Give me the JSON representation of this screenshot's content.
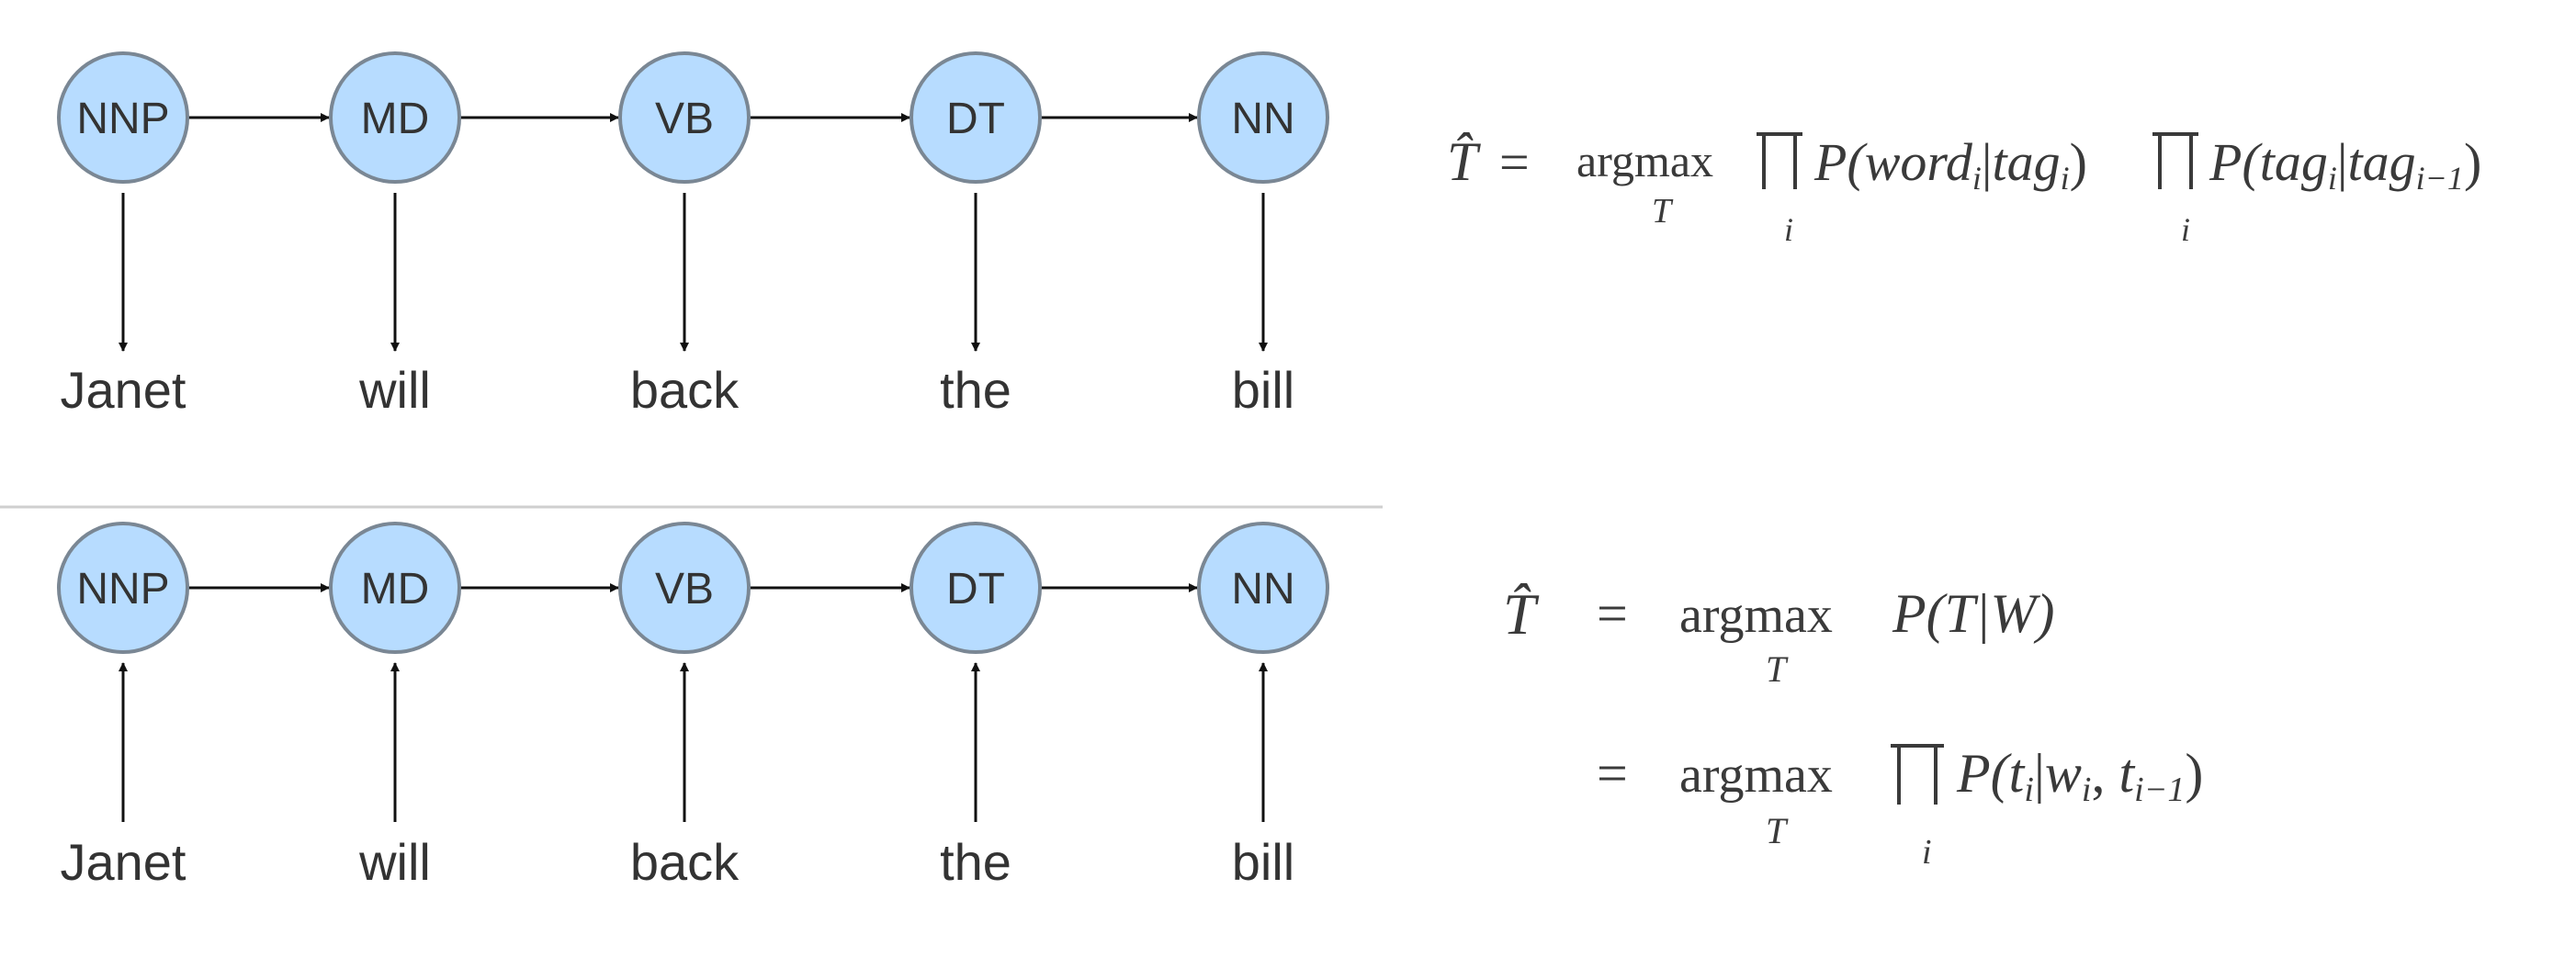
{
  "colors": {
    "node_fill": "#b7dcff",
    "node_stroke": "#7a8794",
    "edge": "#111111",
    "text": "#333333",
    "divider": "#cfcfcf",
    "equation": "#3a3a3a"
  },
  "panels": [
    {
      "id": "generative",
      "tags": [
        "NNP",
        "MD",
        "VB",
        "DT",
        "NN"
      ],
      "words": [
        "Janet",
        "will",
        "back",
        "the",
        "bill"
      ],
      "emission_direction": "tag-to-word",
      "equation": {
        "lhs": "T̂",
        "eq": "=",
        "argmax": "argmax",
        "under_argmax": "T",
        "prod1_sub": "i",
        "term1_p": "P(",
        "term1_a": "word",
        "term1_a_sub": "i",
        "term1_bar": "|",
        "term1_b": "tag",
        "term1_b_sub": "i",
        "term1_close": ")",
        "prod2_sub": "i",
        "term2_p": "P(",
        "term2_a": "tag",
        "term2_a_sub": "i",
        "term2_bar": "|",
        "term2_b": "tag",
        "term2_b_sub": "i−1",
        "term2_close": ")"
      }
    },
    {
      "id": "discriminative",
      "tags": [
        "NNP",
        "MD",
        "VB",
        "DT",
        "NN"
      ],
      "words": [
        "Janet",
        "will",
        "back",
        "the",
        "bill"
      ],
      "emission_direction": "word-to-tag",
      "equation": {
        "lhs": "T̂",
        "eq1": "=",
        "argmax1": "argmax",
        "under1": "T",
        "line1_rest": "P(T|W)",
        "eq2": "=",
        "argmax2": "argmax",
        "under2": "T",
        "prod_sub": "i",
        "line2_p": "P(",
        "line2_a": "t",
        "line2_a_sub": "i",
        "line2_bar": "|",
        "line2_b": "w",
        "line2_b_sub": "i",
        "line2_comma": ", ",
        "line2_c": "t",
        "line2_c_sub": "i−1",
        "line2_close": ")"
      }
    }
  ]
}
